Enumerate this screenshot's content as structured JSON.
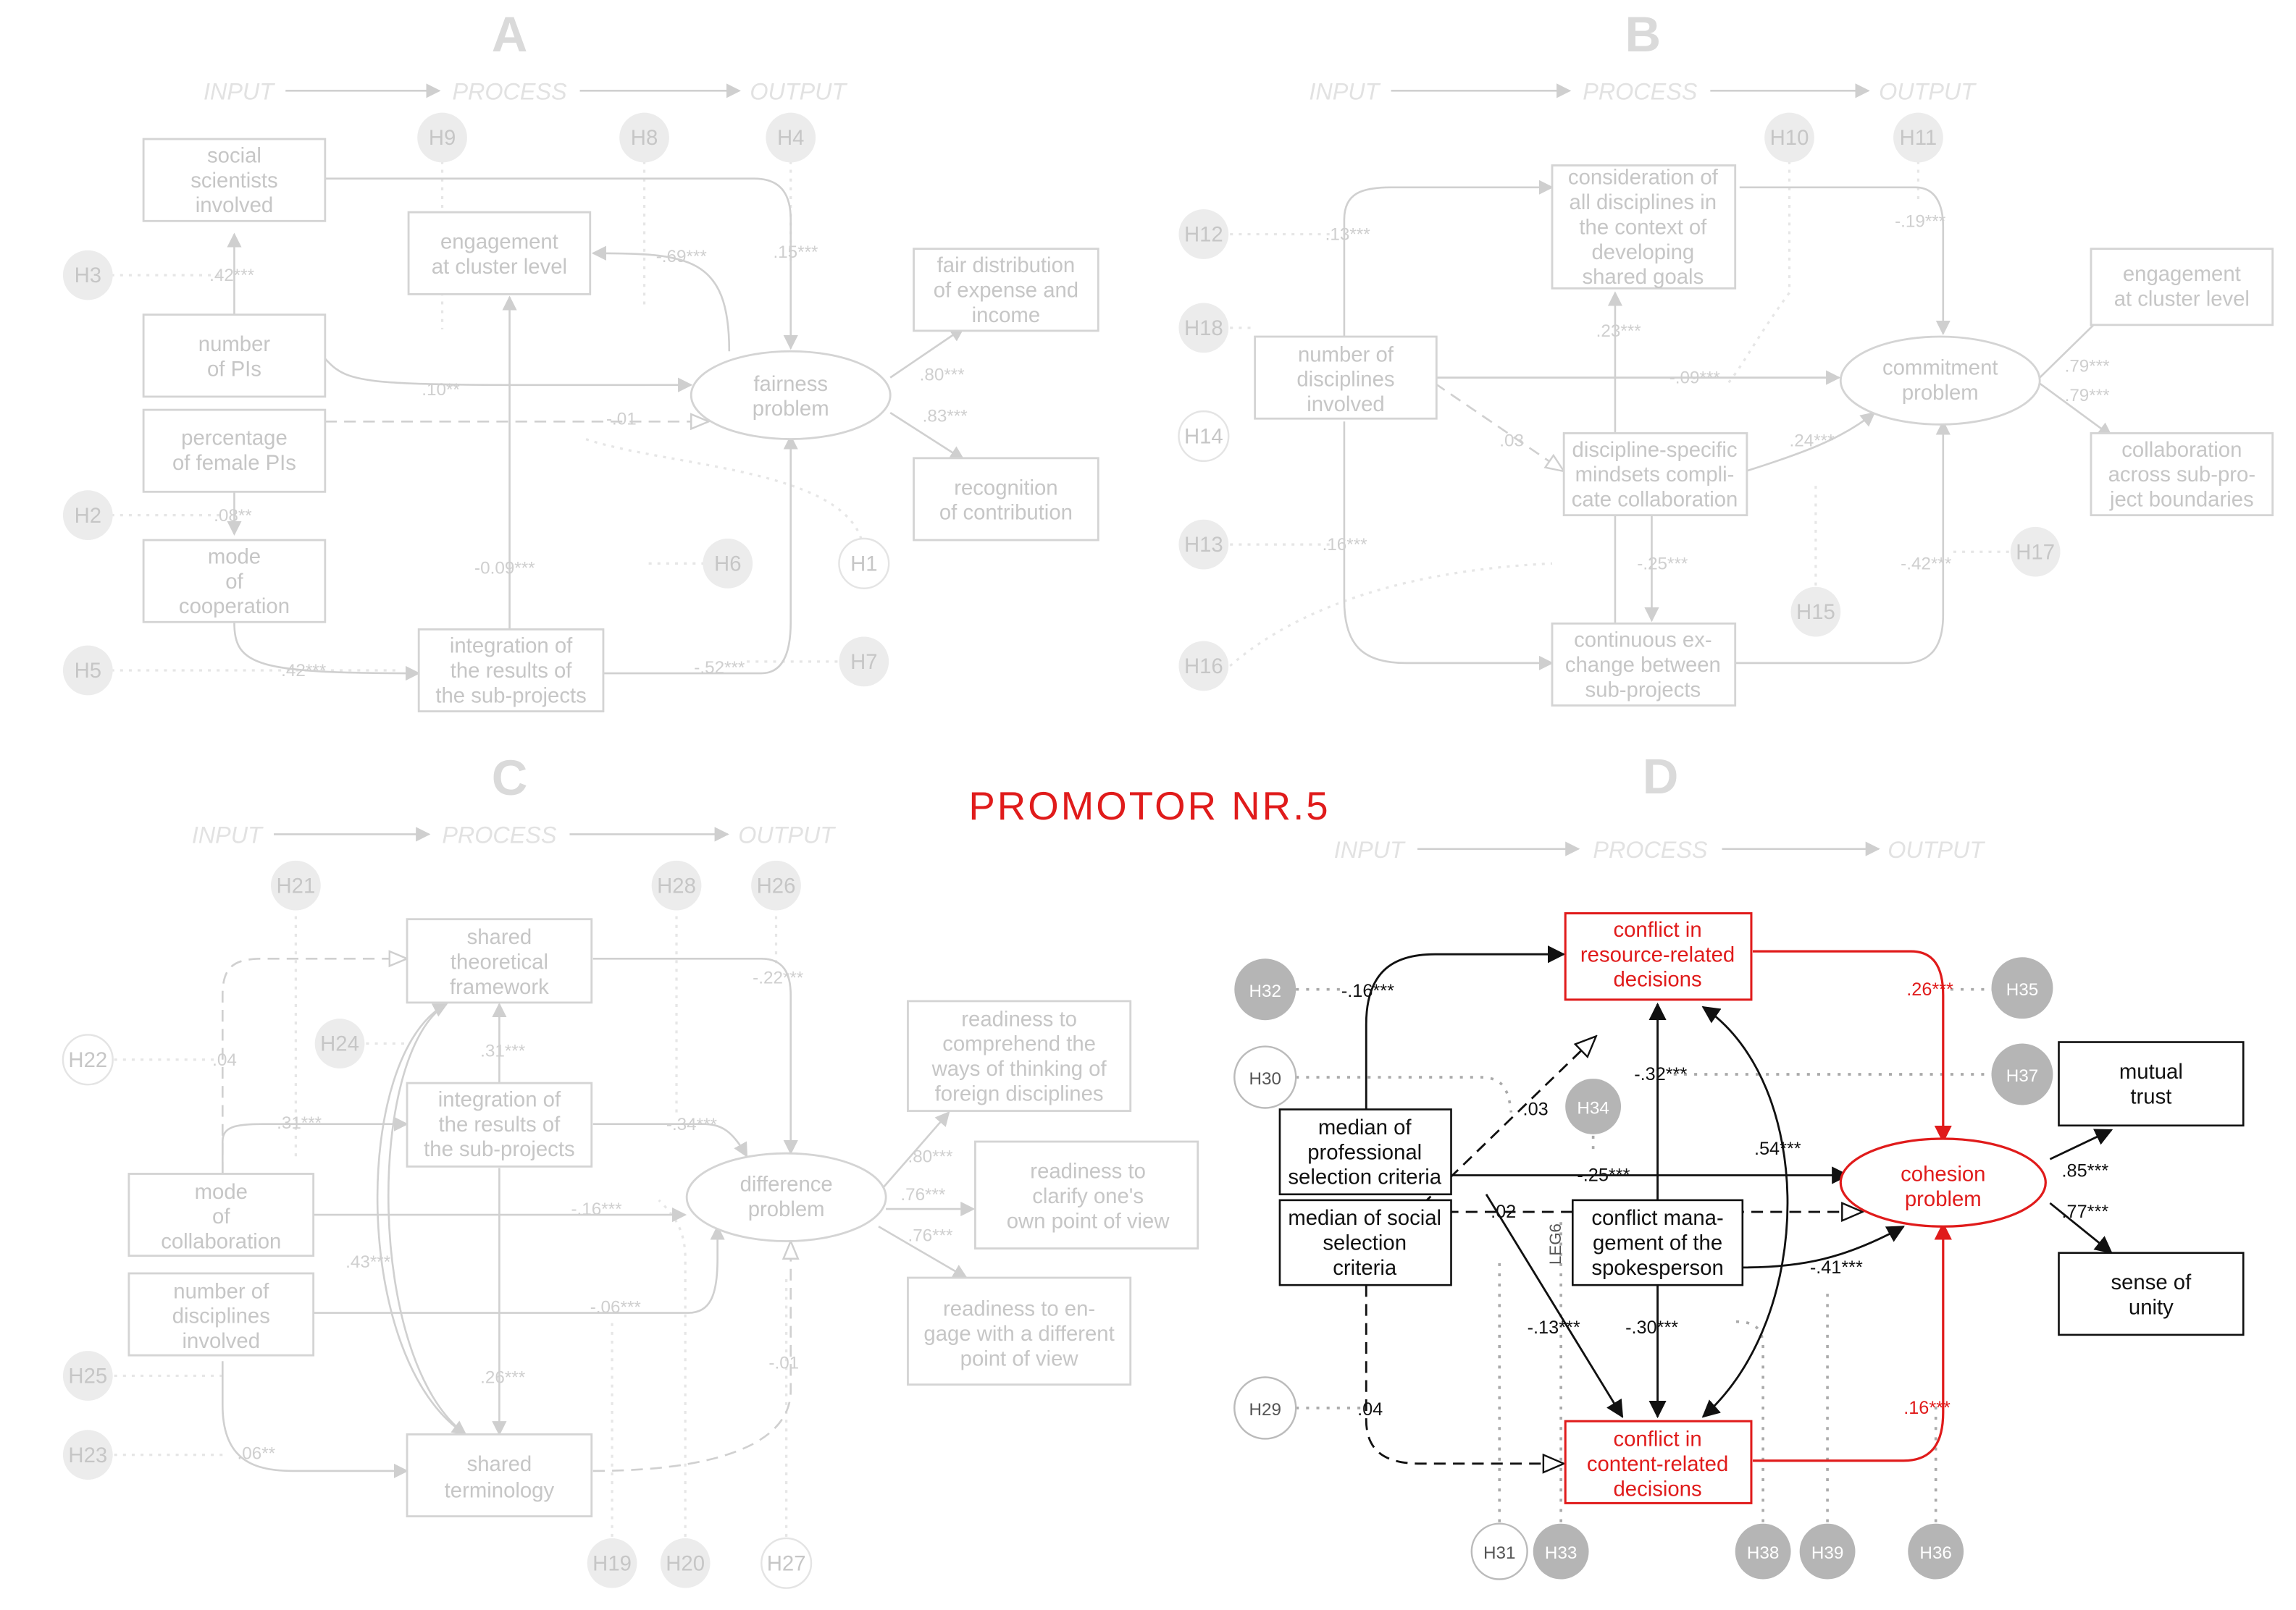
{
  "headline": "PROMOTOR NR.5",
  "flow": {
    "input": "INPUT",
    "process": "PROCESS",
    "output": "OUTPUT"
  },
  "panels": {
    "A": {
      "letter": "A",
      "social": [
        "social",
        "scientists",
        "involved"
      ],
      "num_pis": [
        "number",
        "of PIs"
      ],
      "pct_female": [
        "percentage",
        "of female PIs"
      ],
      "mode": [
        "mode",
        "of",
        "cooperation"
      ],
      "engagement": [
        "engagement",
        "at cluster level"
      ],
      "integration": [
        "integration of",
        "the results of",
        "the sub-projects"
      ],
      "fairness": [
        "fairness",
        "problem"
      ],
      "fair_dist": [
        "fair distribution",
        "of expense and",
        "income"
      ],
      "recognition": [
        "recognition",
        "of contribution"
      ],
      "hyp": [
        "H3",
        "H2",
        "H5",
        "H9",
        "H8",
        "H4",
        "H6",
        "H1",
        "H7"
      ],
      "coef": [
        ".42***",
        ".08**",
        ".42***",
        ".10**",
        "-.01",
        "-.69***",
        ".15***",
        "-0.09***",
        "-.52***",
        ".80***",
        ".83***"
      ]
    },
    "B": {
      "letter": "B",
      "num_disc": [
        "number of",
        "disciplines",
        "involved"
      ],
      "consideration": [
        "consideration of",
        "all disciplines in",
        "the context of",
        "developing",
        "shared goals"
      ],
      "disc_specific": [
        "discipline-specific",
        "mindsets compli-",
        "cate collaboration"
      ],
      "continuous": [
        "continuous ex-",
        "change between",
        "sub-projects"
      ],
      "commitment": [
        "commitment",
        "problem"
      ],
      "engagement": [
        "engagement",
        "at cluster level"
      ],
      "collab": [
        "collaboration",
        "across sub-pro-",
        "ject boundaries"
      ],
      "hyp": [
        "H12",
        "H18",
        "H14",
        "H13",
        "H16",
        "H10",
        "H11",
        "H15",
        "H17"
      ],
      "coef": [
        ".13***",
        ".23***",
        ".03",
        ".16***",
        "-.19***",
        "-.09***",
        ".24***",
        "-.25***",
        "-.42***",
        ".79***",
        ".79***"
      ]
    },
    "C": {
      "letter": "C",
      "mode": [
        "mode",
        "of",
        "collaboration"
      ],
      "num_disc": [
        "number of",
        "disciplines",
        "involved"
      ],
      "shared_theory": [
        "shared",
        "theoretical",
        "framework"
      ],
      "integration": [
        "integration of",
        "the results of",
        "the sub-projects"
      ],
      "terminology": [
        "shared",
        "terminology"
      ],
      "difference": [
        "difference",
        "problem"
      ],
      "readiness1": [
        "readiness to",
        "comprehend the",
        "ways of thinking of",
        "foreign disciplines"
      ],
      "readiness2": [
        "readiness to",
        "clarify one's",
        "own point of view"
      ],
      "readiness3": [
        "readiness to en-",
        "gage with a different",
        "point of view"
      ],
      "hyp": [
        "H21",
        "H22",
        "H24",
        "H28",
        "H26",
        "H25",
        "H23",
        "H19",
        "H20",
        "H27"
      ],
      "coef": [
        ".04",
        ".31***",
        ".31***",
        "-.34***",
        "-.22***",
        "-.16***",
        "-.06***",
        ".43***",
        ".26***",
        ".06**",
        "-.01",
        ".80***",
        ".76***",
        ".76***"
      ]
    },
    "D": {
      "letter": "D",
      "median_prof": [
        "median of",
        "professional",
        "selection criteria"
      ],
      "median_social": [
        "median of social",
        "selection",
        "criteria"
      ],
      "conflict_mgmt": [
        "conflict mana-",
        "gement of the",
        "spokesperson"
      ],
      "conflict_resource": [
        "conflict in",
        "resource-related",
        "decisions"
      ],
      "conflict_content": [
        "conflict in",
        "content-related",
        "decisions"
      ],
      "cohesion": [
        "cohesion",
        "problem"
      ],
      "mutual_trust": [
        "mutual",
        "trust"
      ],
      "sense_unity": [
        "sense of",
        "unity"
      ],
      "side_label": "LEG6",
      "hyp": {
        "H32": "H32",
        "H30": "H30",
        "H29": "H29",
        "H34": "H34",
        "H35": "H35",
        "H37": "H37",
        "H31": "H31",
        "H33": "H33",
        "H38": "H38",
        "H39": "H39",
        "H36": "H36"
      },
      "coef": {
        "c1": "-.16***",
        "c2": ".03",
        "c3": "-.25***",
        "c4": ".02",
        "c5": "-.13***",
        "c6": ".04",
        "c7": "-.32***",
        "c8": ".54***",
        "c9": "-.30***",
        "c10": "-.41***",
        "c11": ".26***",
        "c12": ".16***",
        "c13": ".85***",
        "c14": ".77***"
      }
    }
  },
  "colors": {
    "highlight": "#e01b1b",
    "faded": "#d0d0d0",
    "hypothesis_fill": "#b5b5b5"
  }
}
